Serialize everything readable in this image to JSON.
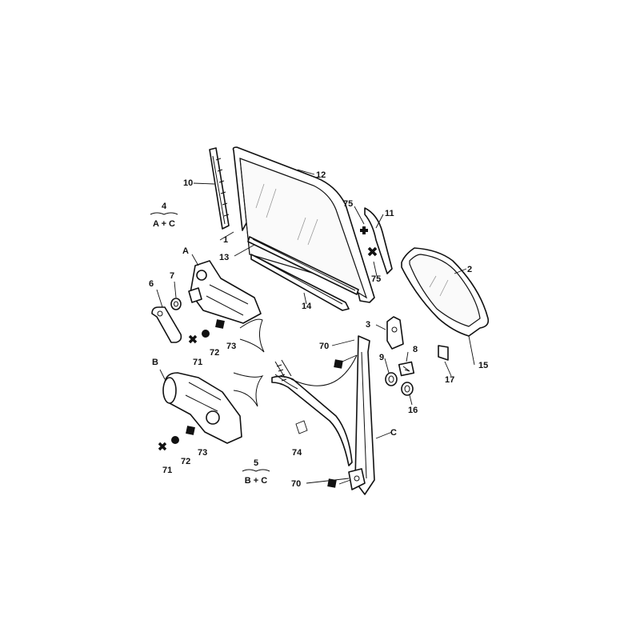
{
  "labels": {
    "l1": "1",
    "l2": "2",
    "l3": "3",
    "l6": "6",
    "l7": "7",
    "l8": "8",
    "l9": "9",
    "l10": "10",
    "l11": "11",
    "l12": "12",
    "l13": "13",
    "l14": "14",
    "l15": "15",
    "l16": "16",
    "l17": "17",
    "lA": "A",
    "lB": "B",
    "lC": "C",
    "l70a": "70",
    "l70b": "70",
    "l71a": "71",
    "l71b": "71",
    "l72a": "72",
    "l72b": "72",
    "l73a": "73",
    "l73b": "73",
    "l74": "74",
    "l75a": "75",
    "l75b": "75"
  },
  "groups": {
    "g4": {
      "number": "4",
      "caption": "A + C"
    },
    "g5": {
      "number": "5",
      "caption": "B + C"
    }
  },
  "colors": {
    "ink": "#111111",
    "paper": "#ffffff",
    "glass": "#fafafa"
  }
}
